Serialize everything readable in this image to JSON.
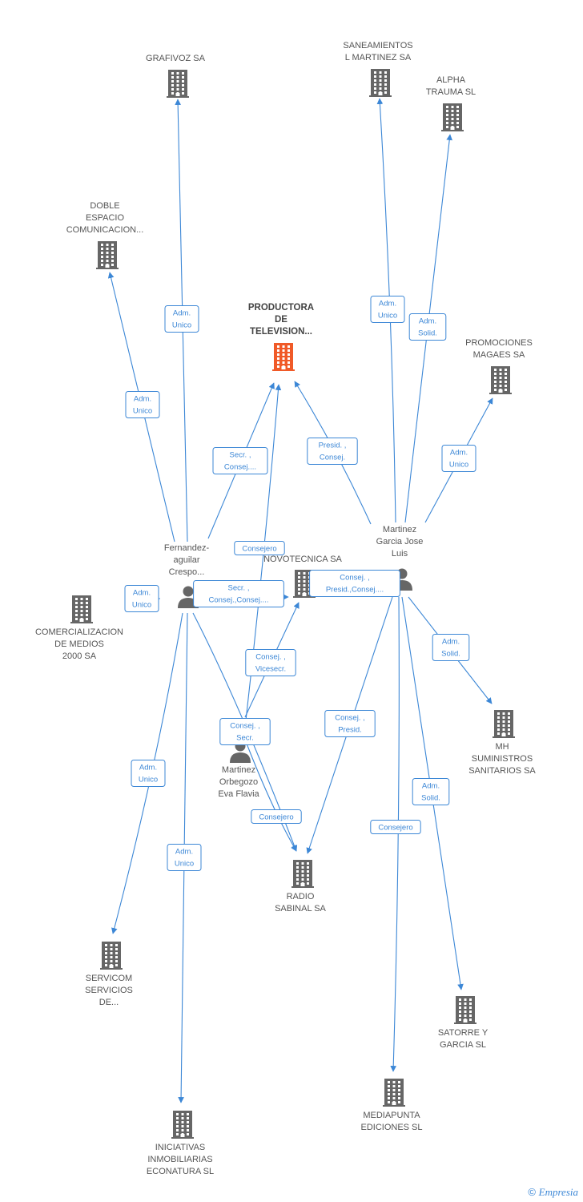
{
  "colors": {
    "edge": "#3c87d6",
    "node": "#666666",
    "main": "#f05a28"
  },
  "nodes": [
    {
      "id": "productora",
      "type": "company",
      "main": true,
      "label": [
        "PRODUCTORA",
        "DE",
        "TELEVISION..."
      ]
    },
    {
      "id": "grafivoz",
      "type": "company",
      "label": [
        "GRAFIVOZ SA"
      ]
    },
    {
      "id": "saneamientos",
      "type": "company",
      "label": [
        "SANEAMIENTOS",
        "L MARTINEZ SA"
      ]
    },
    {
      "id": "alpha",
      "type": "company",
      "label": [
        "ALPHA",
        "TRAUMA SL"
      ]
    },
    {
      "id": "doble",
      "type": "company",
      "label": [
        "DOBLE",
        "ESPACIO",
        "COMUNICACION..."
      ]
    },
    {
      "id": "promociones",
      "type": "company",
      "label": [
        "PROMOCIONES",
        "MAGAES SA"
      ]
    },
    {
      "id": "novotecnica",
      "type": "company",
      "label": [
        "NOVOTECNICA SA"
      ]
    },
    {
      "id": "comercializacion",
      "type": "company",
      "label": [
        "COMERCIALIZACION",
        "DE MEDIOS",
        "2000 SA"
      ]
    },
    {
      "id": "mh",
      "type": "company",
      "label": [
        "MH",
        "SUMINISTROS",
        "SANITARIOS SA"
      ]
    },
    {
      "id": "radio",
      "type": "company",
      "label": [
        "RADIO",
        "SABINAL SA"
      ]
    },
    {
      "id": "servicom",
      "type": "company",
      "label": [
        "SERVICOM",
        "SERVICIOS",
        "DE..."
      ]
    },
    {
      "id": "satorre",
      "type": "company",
      "label": [
        "SATORRE Y",
        "GARCIA SL"
      ]
    },
    {
      "id": "mediapunta",
      "type": "company",
      "label": [
        "MEDIAPUNTA",
        "EDICIONES SL"
      ]
    },
    {
      "id": "iniciativas",
      "type": "company",
      "label": [
        "INICIATIVAS",
        "INMOBILIARIAS",
        "ECONATURA SL"
      ]
    },
    {
      "id": "fernandez",
      "type": "person",
      "label": [
        "Fernandez-",
        "aguilar",
        "Crespo..."
      ]
    },
    {
      "id": "martinezjose",
      "type": "person",
      "label": [
        "Martinez",
        "Garcia Jose",
        "Luis"
      ]
    },
    {
      "id": "martinezeva",
      "type": "person",
      "label": [
        "Martinez",
        "Orbegozo",
        "Eva Flavia"
      ]
    }
  ],
  "edges": [
    {
      "from": "fernandez",
      "to": "grafivoz",
      "label": [
        "Adm.",
        "Unico"
      ]
    },
    {
      "from": "fernandez",
      "to": "doble",
      "label": [
        "Adm.",
        "Unico"
      ]
    },
    {
      "from": "fernandez",
      "to": "productora",
      "label": [
        "Secr. ,",
        "Consej...."
      ]
    },
    {
      "from": "fernandez",
      "to": "comercializacion",
      "label": [
        "Adm.",
        "Unico"
      ]
    },
    {
      "from": "fernandez",
      "to": "novotecnica",
      "label": [
        "Secr. ,",
        "Consej.,Consej...."
      ]
    },
    {
      "from": "fernandez",
      "to": "servicom",
      "label": [
        "Adm.",
        "Unico"
      ]
    },
    {
      "from": "fernandez",
      "to": "iniciativas",
      "label": [
        "Adm.",
        "Unico"
      ]
    },
    {
      "from": "fernandez",
      "to": "radio",
      "label": [
        "Consejero"
      ]
    },
    {
      "from": "martinezjose",
      "to": "saneamientos",
      "label": [
        "Adm.",
        "Unico"
      ]
    },
    {
      "from": "martinezjose",
      "to": "alpha",
      "label": [
        "Adm.",
        "Solid."
      ]
    },
    {
      "from": "martinezjose",
      "to": "productora",
      "label": [
        "Presid. ,",
        "Consej."
      ]
    },
    {
      "from": "martinezjose",
      "to": "promociones",
      "label": [
        "Adm.",
        "Unico"
      ]
    },
    {
      "from": "martinezjose",
      "to": "novotecnica",
      "label": [
        "Consej. ,",
        "Presid.,Consej...."
      ]
    },
    {
      "from": "martinezjose",
      "to": "mh",
      "label": [
        "Adm.",
        "Solid."
      ]
    },
    {
      "from": "martinezjose",
      "to": "radio",
      "label": [
        "Consej. ,",
        "Presid."
      ]
    },
    {
      "from": "martinezjose",
      "to": "satorre",
      "label": [
        "Adm.",
        "Solid."
      ]
    },
    {
      "from": "martinezjose",
      "to": "mediapunta",
      "label": [
        "Consejero"
      ]
    },
    {
      "from": "martinezeva",
      "to": "productora",
      "label": [
        "Consejero"
      ]
    },
    {
      "from": "martinezeva",
      "to": "novotecnica",
      "label": [
        "Consej. ,",
        "Vicesecr."
      ]
    },
    {
      "from": "martinezeva",
      "to": "radio",
      "label": [
        "Consej. ,",
        "Secr."
      ]
    }
  ],
  "footer": {
    "copyright": "©",
    "brand": "Empresia"
  }
}
